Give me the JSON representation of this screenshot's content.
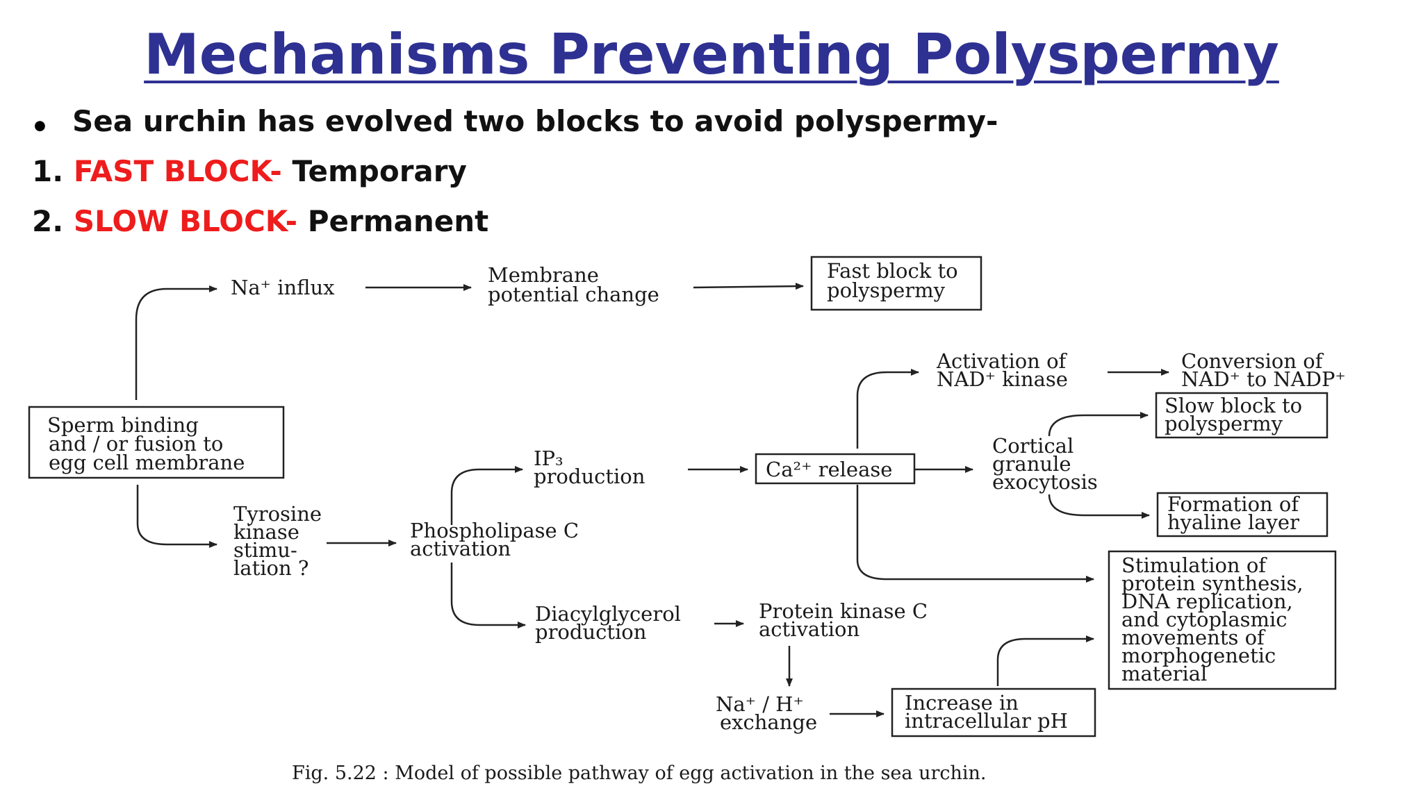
{
  "slide": {
    "title": "Mechanisms Preventing Polyspermy",
    "bullet": "Sea urchin has evolved two blocks to avoid polyspermy-",
    "blocks": [
      {
        "number": "1.",
        "name": "FAST BLOCK-",
        "desc": "Temporary"
      },
      {
        "number": "2.",
        "name": "SLOW BLOCK-",
        "desc": "Permanent"
      }
    ]
  },
  "diagram": {
    "sperm_binding": [
      "Sperm binding",
      "and / or fusion to",
      "egg cell membrane"
    ],
    "na_influx": "Na⁺ influx",
    "membrane_change": [
      "Membrane",
      "potential change"
    ],
    "fast_block": [
      "Fast block to",
      "polyspermy"
    ],
    "tyrosine": [
      "Tyrosine",
      "kinase",
      "stimu-",
      "lation ?"
    ],
    "phospholipase": [
      "Phospholipase C",
      "activation"
    ],
    "ip3": [
      "IP₃",
      "production"
    ],
    "ca_release": "Ca²⁺ release",
    "nad_kinase": [
      "Activation of",
      "NAD⁺ kinase"
    ],
    "nad_conversion": [
      "Conversion of",
      "NAD⁺ to NADP⁺"
    ],
    "slow_block": [
      "Slow block to",
      "polyspermy"
    ],
    "cortical": [
      "Cortical",
      "granule",
      "exocytosis"
    ],
    "hyaline": [
      "Formation of",
      "hyaline layer"
    ],
    "stimulation": [
      "Stimulation of",
      "protein synthesis,",
      "DNA replication,",
      "and cytoplasmic",
      "movements of",
      "morphogenetic",
      "material"
    ],
    "diacylglycerol": [
      "Diacylglycerol",
      "production"
    ],
    "pkc": [
      "Protein kinase C",
      "activation"
    ],
    "na_h": [
      "Na⁺ / H⁺",
      "exchange"
    ],
    "ph": [
      "Increase in",
      "intracellular pH"
    ],
    "caption": "Fig. 5.22 : Model of possible pathway of egg activation in the sea urchin."
  },
  "colors": {
    "title": "#2e3192",
    "accent_red": "#ee1c1c",
    "text": "#111111"
  }
}
